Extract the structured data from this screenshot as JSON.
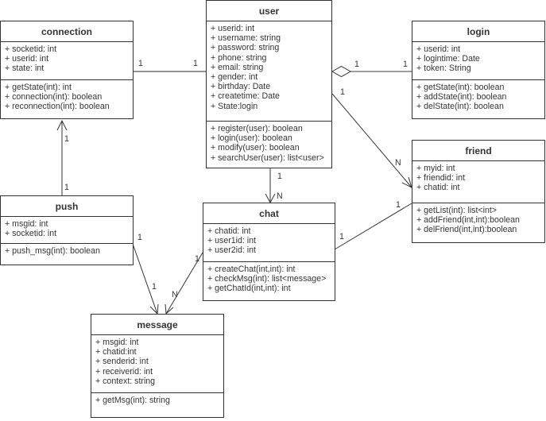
{
  "classes": {
    "connection": {
      "name": "connection",
      "attributes": [
        "+ socketid: int",
        "+ userid: int",
        "+ state: int"
      ],
      "methods": [
        "+ getState(int): int",
        "+ connection(int): boolean",
        "+ reconnection(int): boolean"
      ]
    },
    "user": {
      "name": "user",
      "attributes": [
        "+ userid: int",
        "+ username: string",
        "+ password: string",
        "+ phone: string",
        "+ email: string",
        "+ gender: int",
        "+ birthday: Date",
        "+ createtime: Date",
        "+ State:login"
      ],
      "methods": [
        "+ register(user): boolean",
        "+ login(user): boolean",
        "+ modify(user): boolean",
        "+ searchUser(user): list<user>"
      ]
    },
    "login": {
      "name": "login",
      "attributes": [
        "+ userid: int",
        "+ logintime: Date",
        "+ token: String"
      ],
      "methods": [
        "+ getState(int): boolean",
        "+ addState(int): boolean",
        "+ delState(int): boolean"
      ]
    },
    "friend": {
      "name": "friend",
      "attributes": [
        "+ myid: int",
        "+ friendid: int",
        "+ chatid: int"
      ],
      "methods": [
        "+ getList(int): list<int>",
        "+ addFriend(int,int):boolean",
        "+ delFriend(int,int):boolean"
      ]
    },
    "push": {
      "name": "push",
      "attributes": [
        "+ msgid: int",
        "+ socketid: int"
      ],
      "methods": [
        "+ push_msg(int): boolean"
      ]
    },
    "chat": {
      "name": "chat",
      "attributes": [
        "+ chatid: int",
        "+ user1id: int",
        "+ user2id: int"
      ],
      "methods": [
        "+ createChat(int,int): int",
        "+ checkMsg(int): list<message>",
        "+ getChatId(int,int): int"
      ]
    },
    "message": {
      "name": "message",
      "attributes": [
        "+ msgid: int",
        "+ chatid:int",
        "+ senderid: int",
        "+ receiverid: int",
        "+ context: string"
      ],
      "methods": [
        "+ getMsg(int): string"
      ]
    }
  },
  "relations": [
    {
      "id": "connection-user",
      "from": "connection",
      "to": "user",
      "type": "association",
      "from_mult": "1",
      "to_mult": "1"
    },
    {
      "id": "user-login",
      "from": "user",
      "to": "login",
      "type": "aggregation",
      "from_mult": "1",
      "to_mult": "1"
    },
    {
      "id": "user-friend",
      "from": "user",
      "to": "friend",
      "type": "directed-association",
      "from_mult": "1",
      "to_mult": "N"
    },
    {
      "id": "user-chat",
      "from": "user",
      "to": "chat",
      "type": "directed-association",
      "from_mult": "1",
      "to_mult": "N"
    },
    {
      "id": "chat-friend",
      "from": "chat",
      "to": "friend",
      "type": "association",
      "from_mult": "1",
      "to_mult": "1"
    },
    {
      "id": "push-connection",
      "from": "push",
      "to": "connection",
      "type": "directed-association",
      "from_mult": "1",
      "to_mult": "1"
    },
    {
      "id": "push-message",
      "from": "push",
      "to": "message",
      "type": "directed-association",
      "from_mult": "1",
      "to_mult": "1"
    },
    {
      "id": "chat-message",
      "from": "chat",
      "to": "message",
      "type": "directed-association",
      "from_mult": "1",
      "to_mult": "N"
    }
  ]
}
